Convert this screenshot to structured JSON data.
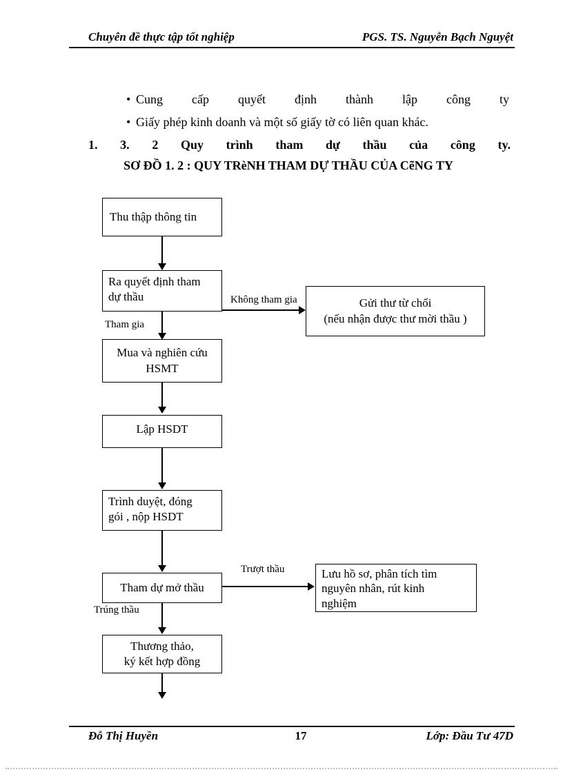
{
  "header": {
    "left": "Chuyên  đề thực tập tốt nghiệp",
    "right": "PGS.  TS.  Nguyễn  Bạch  Nguyệt"
  },
  "bullets": {
    "marker": "•",
    "item1": "Cung cấp quyết định thành lập công ty",
    "item2": "Giấy phép kinh doanh và một số giấy tờ có liên  quan khác."
  },
  "headings": {
    "numbered": "1. 3. 2 Quy trình tham dự thầu của công ty.",
    "diagram": "SƠ ĐỒ 1. 2 : QUY TRèNH THAM DỰ THẦU CỦA CẽNG TY"
  },
  "flowchart": {
    "node_collect": "Thu thập thông tin",
    "node_decide_l1": "Ra quyết định tham",
    "node_decide_l2": "dự thầu",
    "node_refuse_l1": "Gửi thư từ chối",
    "node_refuse_l2": "(nếu nhận được thư mời thầu )",
    "node_buy_l1": "Mua và nghiên  cứu",
    "node_buy_l2": "HSMT",
    "node_prepare": "Lập HSDT",
    "node_submit_l1": "Trình duyệt, đóng",
    "node_submit_l2": "gói , nộp HSDT",
    "node_open": "Tham dự mở thầu",
    "node_lose_l1": "Lưu hồ sơ, phân tích tìm",
    "node_lose_l2": "nguyên  nhân, rút kinh",
    "node_lose_l3": "nghiệm",
    "node_negotiate_l1": "Thương thảo,",
    "node_negotiate_l2": "ký kết hợp đồng",
    "label_no_join": "Không tham gia",
    "label_join": "Tham  gia",
    "label_lose": "Trượt thầu",
    "label_win": "Trúng  thầu"
  },
  "footer": {
    "left": "Đỗ Thị Huyền",
    "page_number": "17",
    "right": "Lớp: Đầu  Tư 47D"
  },
  "colors": {
    "text": "#000000",
    "line": "#000000",
    "page_bg": "#ffffff",
    "dotted_bottom": "#b4bfc9"
  }
}
